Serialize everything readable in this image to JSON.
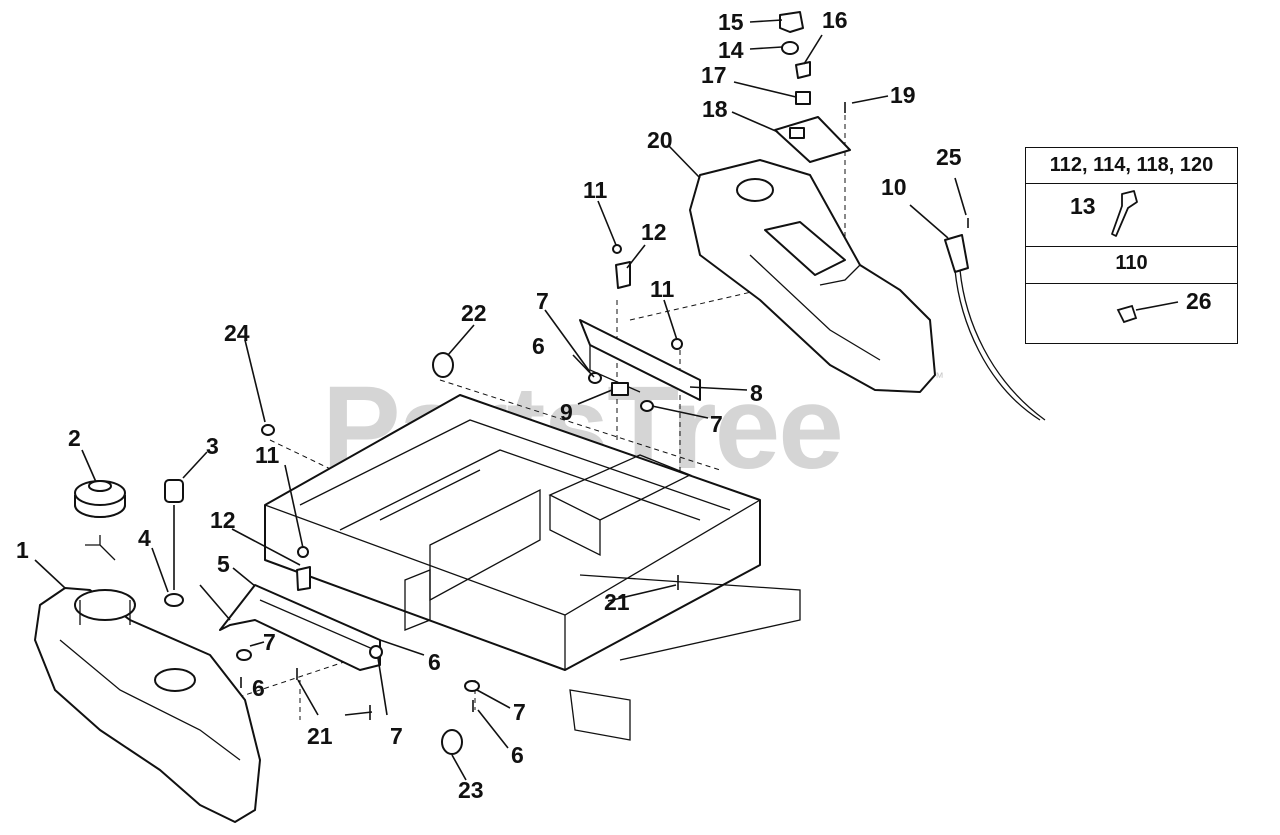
{
  "watermark": {
    "text": "PartsTree",
    "trademark": "™"
  },
  "callouts": {
    "c1": "1",
    "c2": "2",
    "c3": "3",
    "c4": "4",
    "c5": "5",
    "c6a": "6",
    "c6b": "6",
    "c6c": "6",
    "c6d": "6",
    "c7a": "7",
    "c7b": "7",
    "c7c": "7",
    "c7d": "7",
    "c7e": "7",
    "c8": "8",
    "c9": "9",
    "c10": "10",
    "c11a": "11",
    "c11b": "11",
    "c11c": "11",
    "c12a": "12",
    "c12b": "12",
    "c14": "14",
    "c15": "15",
    "c16": "16",
    "c17": "17",
    "c18": "18",
    "c19": "19",
    "c20": "20",
    "c21a": "21",
    "c21b": "21",
    "c22": "22",
    "c23": "23",
    "c24": "24",
    "c25": "25"
  },
  "variant_table": {
    "models_header": "112, 114, 118, 120",
    "models_callout": "13",
    "model_110_header": "110",
    "model_110_callout": "26"
  }
}
